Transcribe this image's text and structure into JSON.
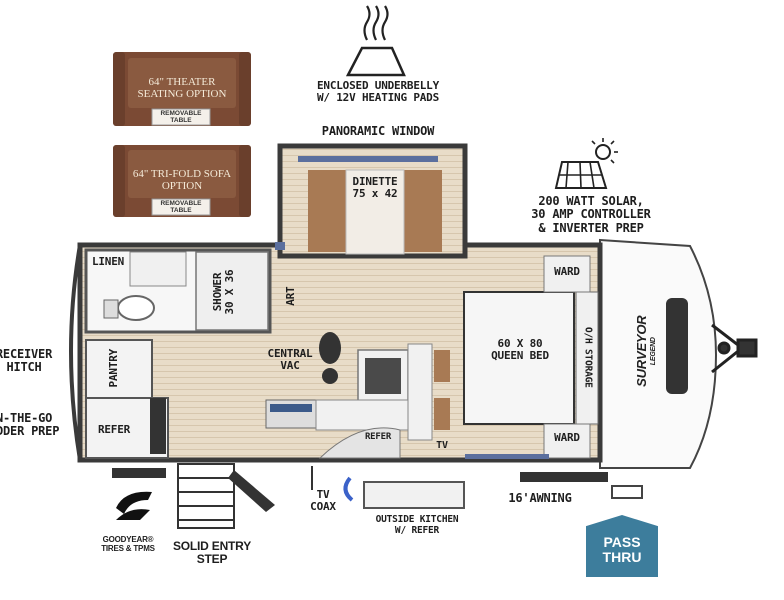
{
  "callouts": {
    "underbelly": [
      "ENCLOSED UNDERBELLY",
      "W/ 12V HEATING PADS"
    ],
    "panoramic": "PANORAMIC WINDOW",
    "solar": [
      "200 WATT SOLAR,",
      "30 AMP CONTROLLER",
      "& INVERTER PREP"
    ],
    "receiver": [
      "RECEIVER",
      "HITCH"
    ],
    "ladder": [
      "N-THE-GO",
      "DDER PREP"
    ],
    "goodyear": [
      "GOODYEAR®",
      "TIRES & TPMS"
    ],
    "solid_step": [
      "SOLID ENTRY",
      "STEP"
    ],
    "tv_coax": [
      "TV",
      "COAX"
    ],
    "outside_kitchen": [
      "OUTSIDE KITCHEN",
      "W/ REFER"
    ],
    "awning": "16'AWNING"
  },
  "options": {
    "theater": {
      "title": [
        "64\" THEATER",
        "SEATING OPTION"
      ],
      "table": [
        "REMOVABLE",
        "TABLE"
      ]
    },
    "trifold": {
      "title": [
        "64\" TRI-FOLD SOFA",
        "OPTION"
      ],
      "table": [
        "REMOVABLE",
        "TABLE"
      ]
    }
  },
  "rooms": {
    "linen": "LINEN",
    "shower": [
      "SHOWER",
      "30 X 36"
    ],
    "art": "ART",
    "pantry": "PANTRY",
    "refer": "REFER",
    "dinette": [
      "DINETTE",
      "75 x 42"
    ],
    "central_vac": [
      "CENTRAL",
      "VAC"
    ],
    "kitchen_refer": "REFER",
    "tv": "TV",
    "ward_top": "WARD",
    "ward_bottom": "WARD",
    "bed": [
      "60 X 80",
      "QUEEN BED"
    ],
    "oh_storage": "O/H STORAGE"
  },
  "brand": {
    "name": "SURVEYOR",
    "sub": "LEGEND"
  },
  "badge": [
    "PASS",
    "THRU"
  ],
  "colors": {
    "floor": "#e6d9c4",
    "sofa": "#7b4a34",
    "seat": "#a87a54",
    "wall": "#3a3a3a",
    "badge": "#3d7d9c"
  }
}
